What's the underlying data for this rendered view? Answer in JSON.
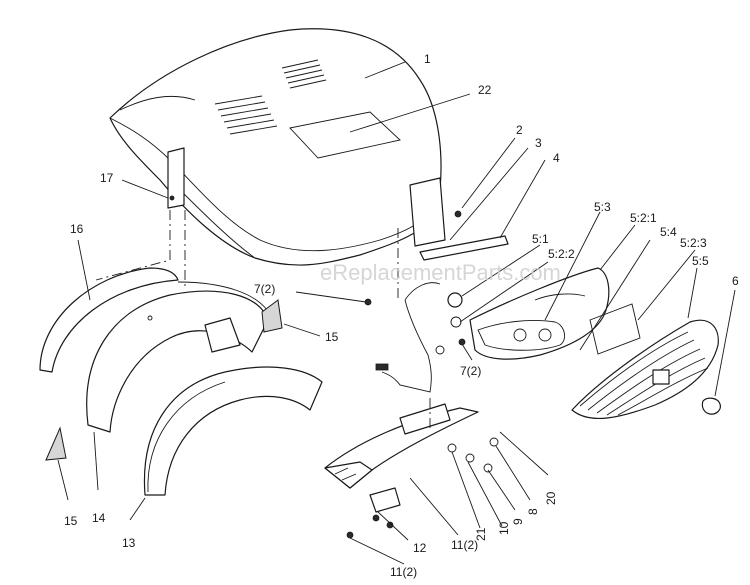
{
  "watermark": "eReplacementParts.com",
  "callouts": {
    "c1": "1",
    "c22": "22",
    "c2": "2",
    "c3": "3",
    "c4": "4",
    "c17": "17",
    "c16": "16",
    "c5_3": "5:3",
    "c5_2_1": "5:2:1",
    "c5_4": "5:4",
    "c5_2_3": "5:2:3",
    "c5_5": "5:5",
    "c6": "6",
    "c5_1": "5:1",
    "c5_2_2": "5:2:2",
    "c7a": "7(2)",
    "c15a": "15",
    "c7b": "7(2)",
    "c15b": "15",
    "c14": "14",
    "c13": "13",
    "c12": "12",
    "c11a": "11(2)",
    "c11b": "11(2)",
    "c21": "21",
    "c10": "10",
    "c9": "9",
    "c8": "8",
    "c20": "20"
  }
}
